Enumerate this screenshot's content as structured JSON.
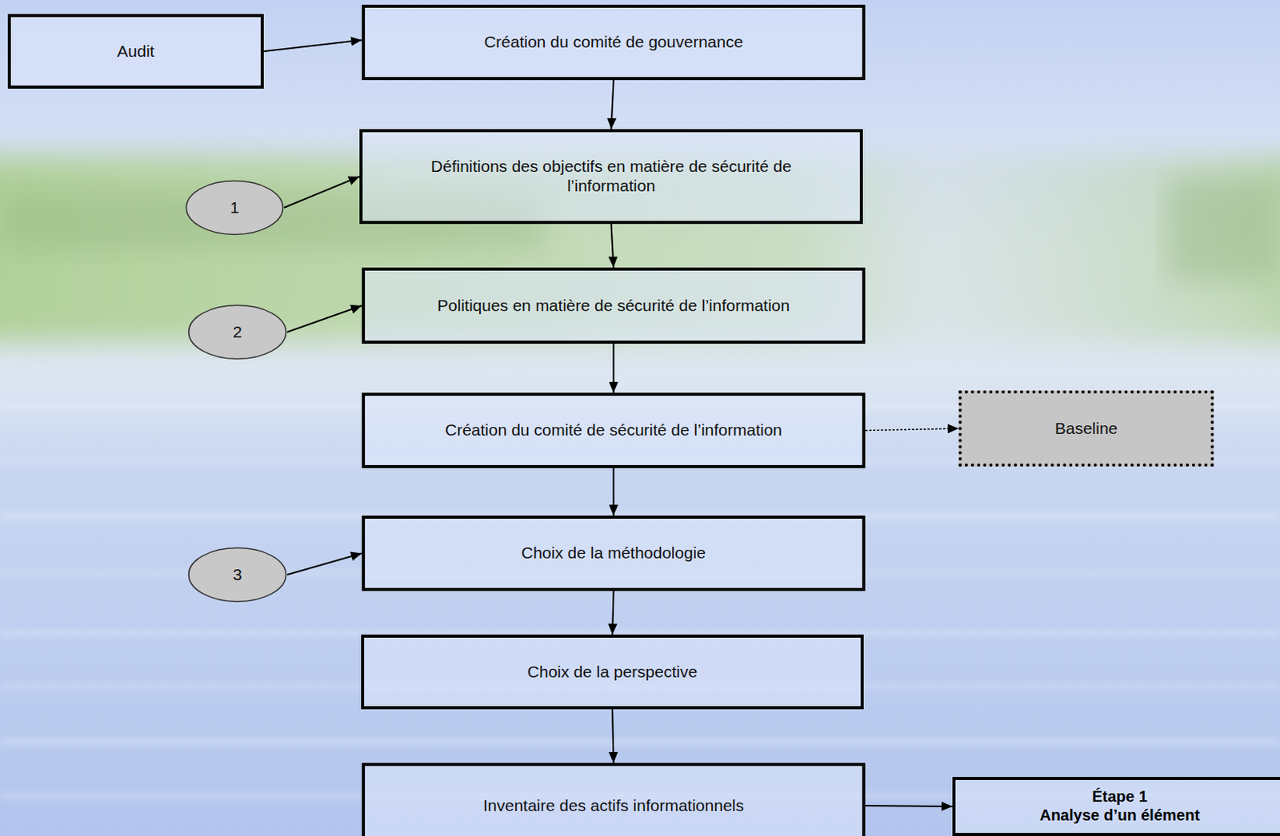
{
  "diagram": {
    "nodes": [
      {
        "text": [
          "Audit"
        ]
      },
      {
        "text": [
          "Création du comité de gouvernance"
        ]
      },
      {
        "text": [
          "1"
        ]
      },
      {
        "text": [
          "Définitions des objectifs en matière de sécurité de l’information"
        ]
      },
      {
        "text": [
          "2"
        ]
      },
      {
        "text": [
          "Politiques en matière de sécurité de l’information"
        ]
      },
      {
        "text": [
          "Création du comité de sécurité de l’information"
        ]
      },
      {
        "text": [
          "Baseline"
        ]
      },
      {
        "text": [
          "3"
        ]
      },
      {
        "text": [
          "Choix de la méthodologie"
        ]
      },
      {
        "text": [
          "Choix de la perspective"
        ]
      },
      {
        "text": [
          "Inventaire des actifs informationnels"
        ]
      },
      {
        "text": [
          "Étape 1",
          "Analyse d’un élément"
        ]
      }
    ],
    "edges": [
      {
        "from": 0,
        "to": 1,
        "arrow": "to"
      },
      {
        "from": 1,
        "to": 3,
        "arrow": "to"
      },
      {
        "from": 2,
        "to": 3,
        "arrow": "to"
      },
      {
        "from": 3,
        "to": 5,
        "arrow": "to"
      },
      {
        "from": 4,
        "to": 5,
        "arrow": "to"
      },
      {
        "from": 5,
        "to": 6,
        "arrow": "to"
      },
      {
        "from": 6,
        "to": 7,
        "arrow": "to"
      },
      {
        "from": 6,
        "to": 9,
        "arrow": "to"
      },
      {
        "from": 8,
        "to": 9,
        "arrow": "to"
      },
      {
        "from": 9,
        "to": 10,
        "arrow": "to"
      },
      {
        "from": 10,
        "to": 11,
        "arrow": "to"
      },
      {
        "from": 11,
        "to": 12,
        "arrow": "to"
      }
    ]
  }
}
